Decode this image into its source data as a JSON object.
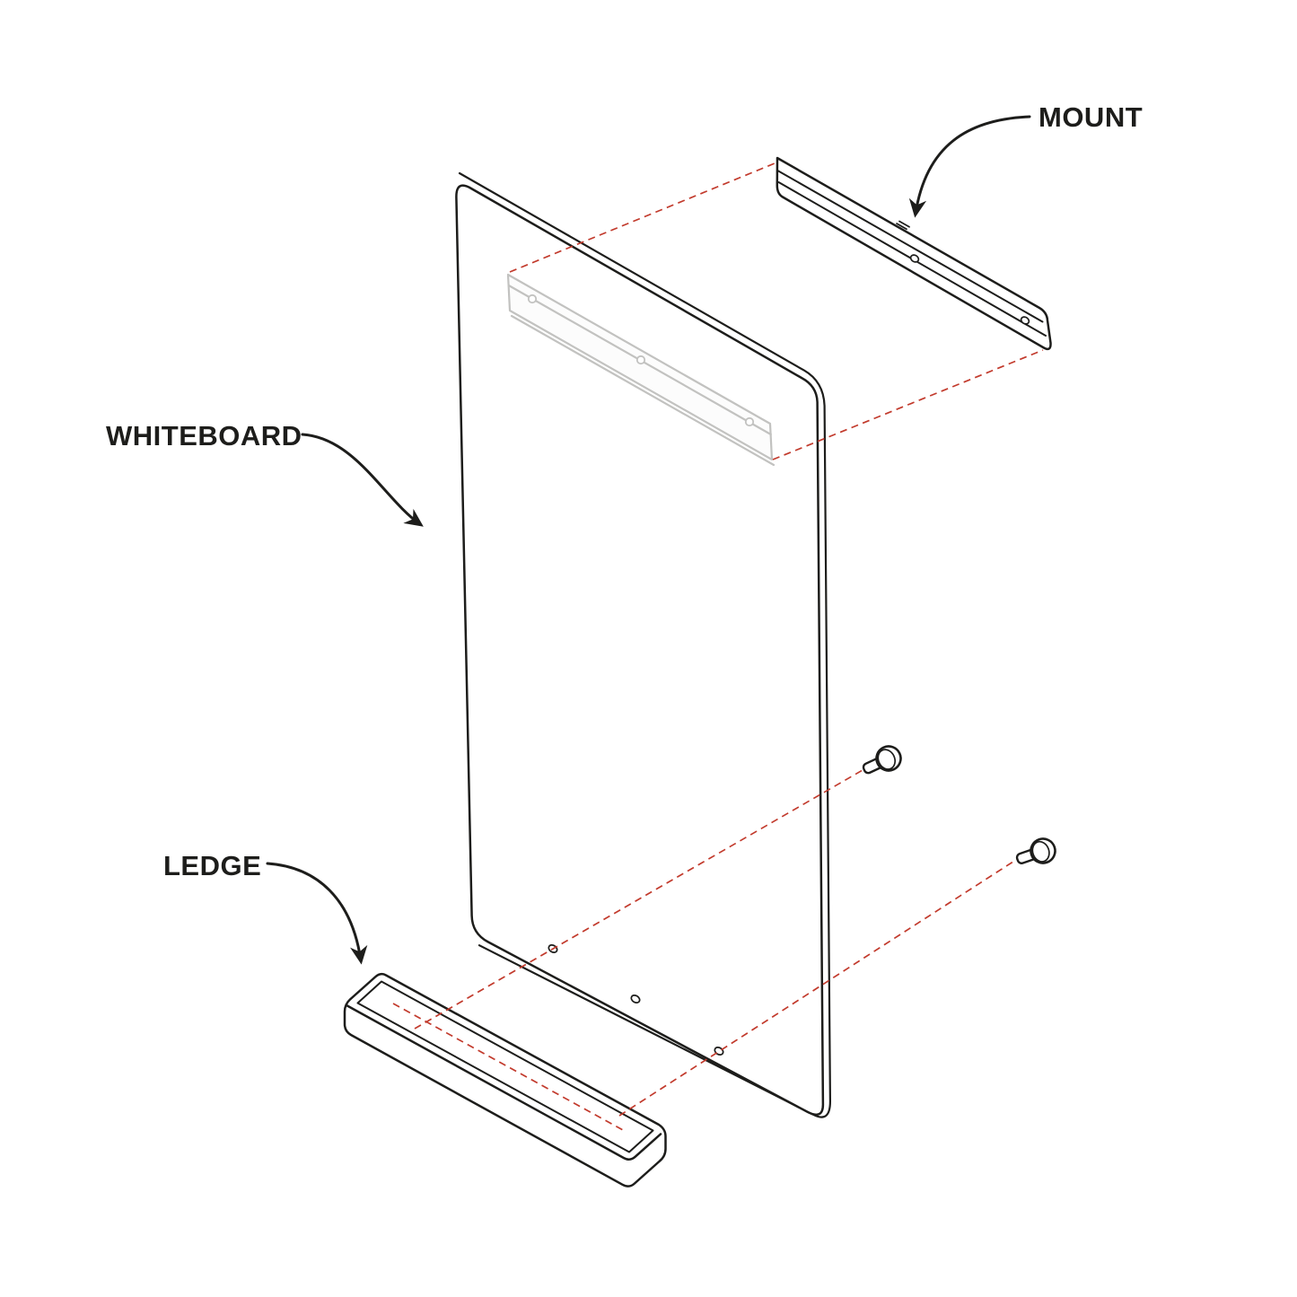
{
  "labels": {
    "mount": "MOUNT",
    "whiteboard": "WHITEBOARD",
    "ledge": "LEDGE"
  },
  "colors": {
    "line": "#1d1d1b",
    "accent_red": "#c23a2c",
    "rail_gray": "#c2c2c0",
    "background": "#ffffff"
  }
}
